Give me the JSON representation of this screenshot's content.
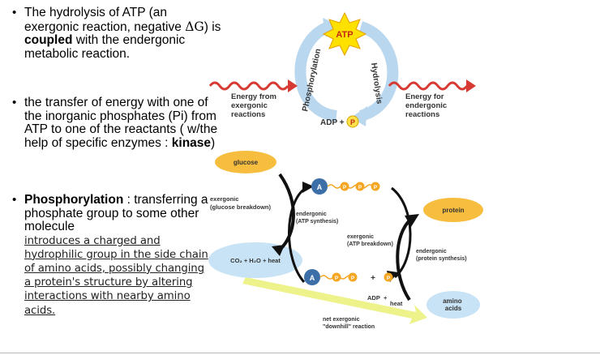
{
  "bullets": [
    {
      "parts": [
        "The hydrolysis of ATP (an exergonic reaction, negative ",
        "ΔG",
        ") is ",
        "coupled",
        " with the endergonic metabolic reaction."
      ]
    },
    {
      "parts": [
        "the transfer of energy with one of the inorganic phosphates (Pi) from ATP to one of the reactants ( w/the help of specific enzymes : ",
        "kinase",
        ")"
      ]
    },
    {
      "parts": [
        "Phosphorylation",
        " : transferring a phosphate group to some other molecule"
      ],
      "note": "introduces a charged and hydrophilic group in the side chain of amino acids, possibly changing a protein's structure by altering interactions with nearby amino acids."
    }
  ],
  "top_diagram": {
    "atp": "ATP",
    "phosphorylation": "Phosphorylation",
    "hydrolysis": "Hydrolysis",
    "left_label": [
      "Energy from",
      "exergonic",
      "reactions"
    ],
    "right_label": [
      "Energy for",
      "endergonic",
      "reactions"
    ],
    "adp": "ADP +",
    "p": "P",
    "colors": {
      "atp_star": "#ffe100",
      "arc": "#b9d7ee",
      "squiggle": "#d73a32",
      "p_circle": "#ffe24a"
    }
  },
  "bottom_diagram": {
    "glucose": "glucose",
    "co2": "CO₂ + H₂O + heat",
    "protein": "protein",
    "amino": [
      "amino",
      "acids"
    ],
    "exergonic_left": [
      "exergonic",
      "(glucose breakdown)"
    ],
    "endergonic_atp": [
      "endergonic",
      "(ATP synthesis)"
    ],
    "exergonic_atp": [
      "exergonic",
      "(ATP breakdown)"
    ],
    "endergonic_protein": [
      "endergonic",
      "(protein synthesis)"
    ],
    "a": "A",
    "p": "P",
    "plus": "+",
    "adp_heat": "ADP",
    "plus2": "+",
    "heat": "heat",
    "net": [
      "net exergonic",
      "\"downhill\" reaction"
    ],
    "colors": {
      "glucose": "#f7bd3f",
      "blue_ellipse": "#c8e3f5",
      "a_circle": "#3c6fa8",
      "p_circle": "#f5a623",
      "downhill": "#eef28a"
    }
  }
}
